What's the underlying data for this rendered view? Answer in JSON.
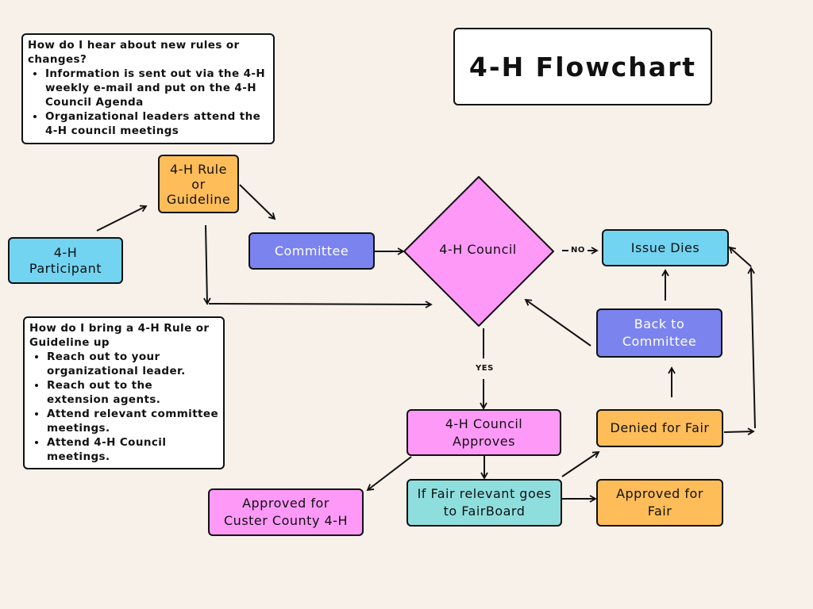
{
  "title": "4-H Flowchart",
  "info_top": {
    "question": "How do I hear about new rules or changes?",
    "bullets": [
      "Information is sent out via the 4-H weekly e-mail and put on the 4-H Council Agenda",
      "Organizational leaders attend the 4-H council meetings"
    ]
  },
  "info_bottom": {
    "question": "How do I bring a 4-H Rule or Guideline up",
    "bullets": [
      "Reach out to your organizational leader.",
      "Reach out to the extension agents.",
      "Attend relevant committee meetings.",
      "Attend 4-H Council meetings."
    ]
  },
  "nodes": {
    "participant": "4-H\nParticipant",
    "rule": "4-H Rule\nor\nGuideline",
    "committee": "Committee",
    "council": "4-H Council",
    "issue_dies": "Issue Dies",
    "back_to_committee": "Back to\nCommittee",
    "denied_fair": "Denied for Fair",
    "council_approves": "4-H Council\nApproves",
    "approved_custer": "Approved for\nCuster County 4-H",
    "fairboard": "If Fair relevant goes\nto FairBoard",
    "approved_fair": "Approved for\nFair"
  },
  "labels": {
    "no": "NO",
    "yes": "YES"
  },
  "colors": {
    "background": "#f7f1ea",
    "orange": "#ffbd59",
    "blue": "#72d4f1",
    "purple": "#7b83ef",
    "pink": "#ff99f8",
    "teal": "#8fdede"
  }
}
